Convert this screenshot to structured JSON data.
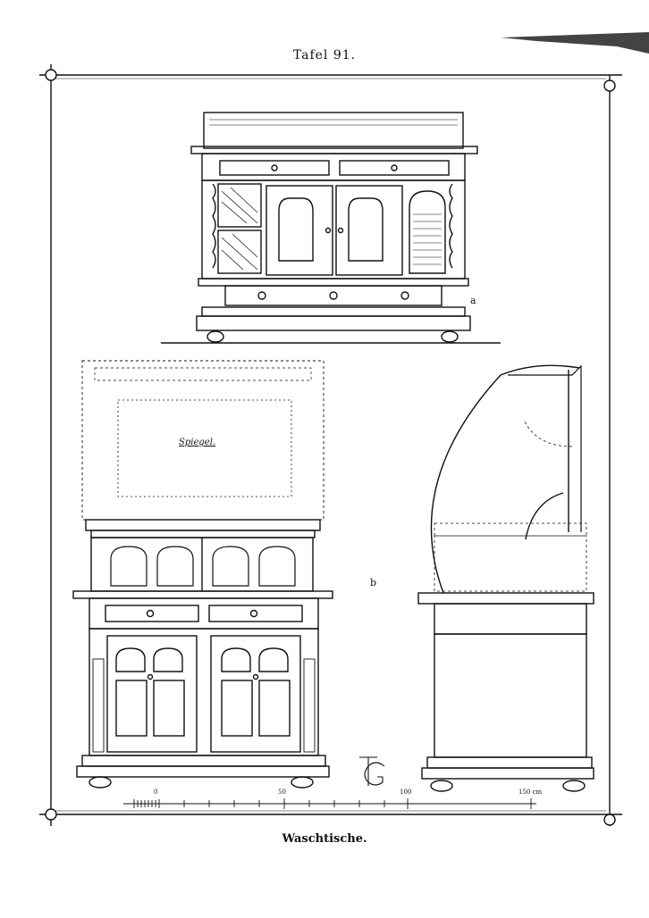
{
  "plate": {
    "title": "Tafel 91.",
    "caption": "Waschtische."
  },
  "figures": {
    "a": {
      "label": "a"
    },
    "b": {
      "label": "b",
      "mirror_label": "Spiegel."
    }
  },
  "scale_bar": {
    "ticks": [
      "0",
      "50",
      "100",
      "150 cm"
    ]
  },
  "monogram": "TG",
  "colors": {
    "ink": "#111111",
    "paper": "#ffffff"
  }
}
